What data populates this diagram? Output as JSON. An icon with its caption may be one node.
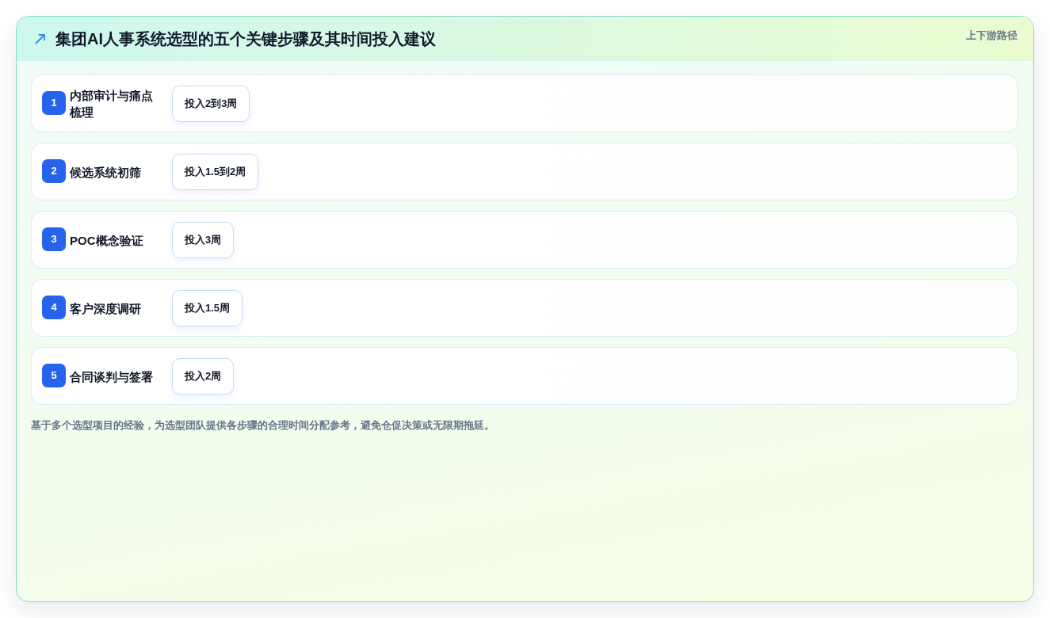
{
  "diagram": {
    "title": "集团AI人事系统选型的五个关键步骤及其时间投入建议",
    "caption": "基于多个选型项目的经验，为选型团队提供各步骤的合理时间分配参考，避免仓促决策或无限期拖延。",
    "nodes": [
      {
        "text": [
          "内部审计与痛点梳理"
        ]
      },
      {
        "text": [
          "1"
        ],
        "in": 0
      },
      {
        "text": [
          "投入2到3周"
        ],
        "in": 0
      },
      {
        "text": [
          "候选系统初筛"
        ]
      },
      {
        "text": [
          "2"
        ],
        "in": 3
      },
      {
        "text": [
          "投入1.5到2周"
        ],
        "in": 3
      },
      {
        "text": [
          "POC概念验证"
        ]
      },
      {
        "text": [
          "3"
        ],
        "in": 6
      },
      {
        "text": [
          "投入3周"
        ],
        "in": 6
      },
      {
        "text": [
          "客户深度调研"
        ]
      },
      {
        "text": [
          "4"
        ],
        "in": 9
      },
      {
        "text": [
          "投入1.5周"
        ],
        "in": 9
      },
      {
        "text": [
          "合同谈判与签署"
        ]
      },
      {
        "text": [
          "5"
        ],
        "in": 12
      },
      {
        "text": [
          "投入2周"
        ],
        "in": 12
      }
    ],
    "labels": [
      "上下游路径"
    ]
  }
}
